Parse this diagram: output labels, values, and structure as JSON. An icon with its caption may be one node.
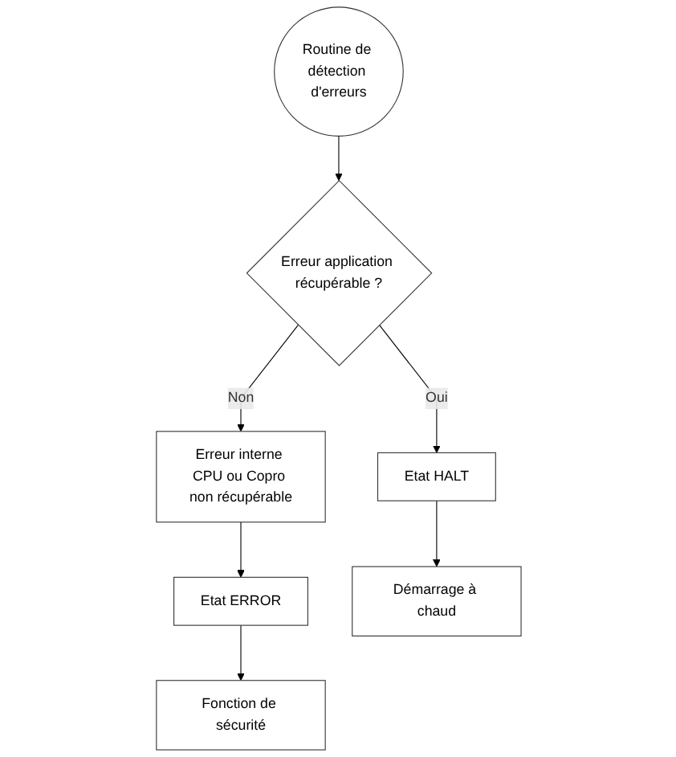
{
  "diagram": {
    "nodes": [
      {
        "text": [
          "Routine de détection d'erreurs"
        ]
      },
      {
        "text": [
          "Erreur application récupérable ?"
        ]
      },
      {
        "text": [
          "Erreur interne CPU ou Copro non récupérable"
        ]
      },
      {
        "text": [
          "Etat HALT"
        ]
      },
      {
        "text": [
          "Etat ERROR"
        ]
      },
      {
        "text": [
          "Démarrage à chaud"
        ]
      },
      {
        "text": [
          "Fonction de sécurité"
        ]
      }
    ],
    "edges": [
      {
        "from": 0,
        "to": 1,
        "arrow": "to"
      },
      {
        "from": 1,
        "to": 2,
        "arrow": "to",
        "label": "Non"
      },
      {
        "from": 1,
        "to": 3,
        "arrow": "to",
        "label": "Oui"
      },
      {
        "from": 2,
        "to": 4,
        "arrow": "to"
      },
      {
        "from": 3,
        "to": 5,
        "arrow": "to"
      },
      {
        "from": 4,
        "to": 6,
        "arrow": "to"
      }
    ]
  }
}
